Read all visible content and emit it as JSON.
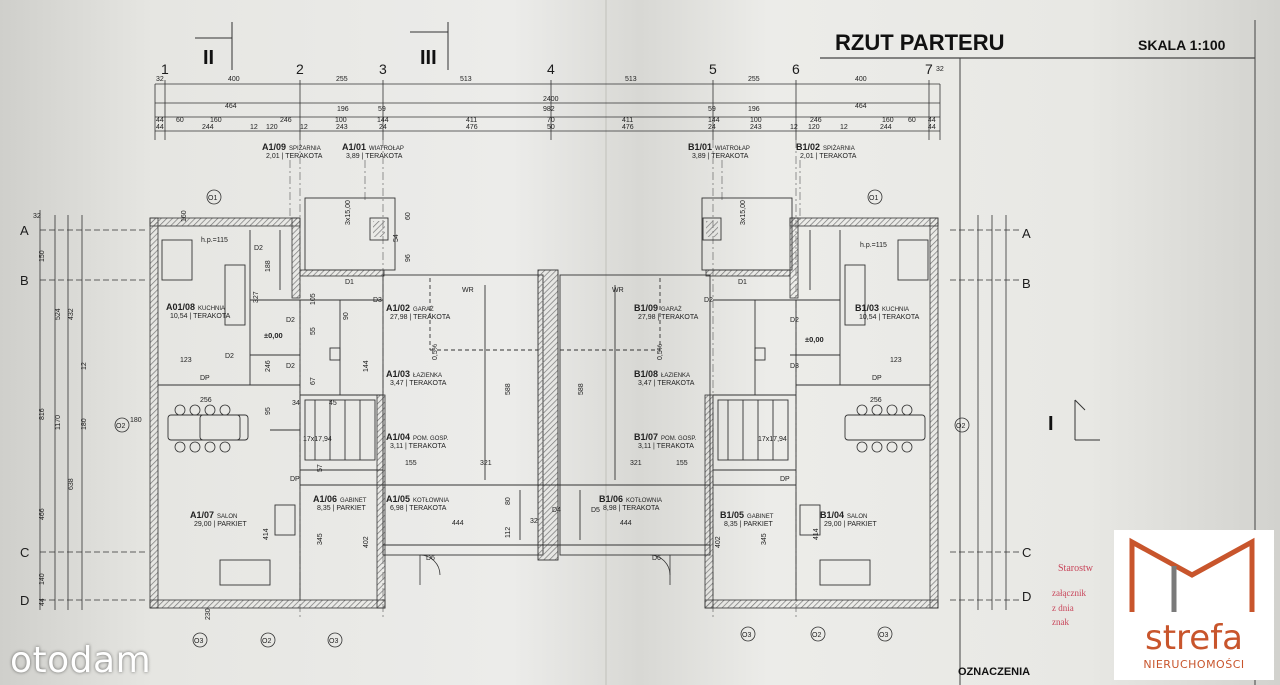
{
  "title": "RZUT PARTERU",
  "scale": "SKALA 1:100",
  "legend_heading": "OZNACZENIA",
  "section_marks": [
    "II",
    "III",
    "I"
  ],
  "grid_numbers": [
    "1",
    "2",
    "3",
    "4",
    "5",
    "6",
    "7"
  ],
  "grid_letters": [
    "A",
    "B",
    "C",
    "D"
  ],
  "dims_row1": [
    "32",
    "400",
    "255",
    "513",
    "513",
    "255",
    "400",
    "32"
  ],
  "dims_row2_total": "2400",
  "dims_row2": [
    "464",
    "196",
    "59",
    "982",
    "59",
    "196",
    "464"
  ],
  "dims_row3": [
    "44",
    "60",
    "160",
    "246",
    "100",
    "144",
    "411",
    "70",
    "411",
    "144",
    "100",
    "246",
    "160",
    "60",
    "44"
  ],
  "dims_row4": [
    "44",
    "244",
    "12",
    "120",
    "12",
    "243",
    "24",
    "476",
    "50",
    "476",
    "24",
    "243",
    "12",
    "120",
    "12",
    "244",
    "44"
  ],
  "vertical_dims_left": [
    "32",
    "150",
    "524",
    "432",
    "12",
    "816",
    "180",
    "1170",
    "638",
    "466",
    "140",
    "44"
  ],
  "rooms": [
    {
      "code": "A1/09",
      "name": "SPIŻARNIA",
      "area": "2,01",
      "floor": "TERAKOTA"
    },
    {
      "code": "A1/01",
      "name": "WIATROŁAP",
      "area": "3,89",
      "floor": "TERAKOTA"
    },
    {
      "code": "A01/08",
      "name": "KUCHNIA",
      "area": "10,54",
      "floor": "TERAKOTA"
    },
    {
      "code": "A1/02",
      "name": "GARAŻ",
      "area": "27,98",
      "floor": "TERAKOTA"
    },
    {
      "code": "A1/03",
      "name": "ŁAZIENKA",
      "area": "3,47",
      "floor": "TERAKOTA"
    },
    {
      "code": "A1/04",
      "name": "POM. GOSP.",
      "area": "3,11",
      "floor": "TERAKOTA"
    },
    {
      "code": "A1/07",
      "name": "SALON",
      "area": "29,00",
      "floor": "PARKIET"
    },
    {
      "code": "A1/06",
      "name": "GABINET",
      "area": "8,35",
      "floor": "PARKIET"
    },
    {
      "code": "A1/05",
      "name": "KOTŁOWNIA",
      "area": "6,98",
      "floor": "TERAKOTA"
    },
    {
      "code": "B1/01",
      "name": "WIATROŁAP",
      "area": "3,89",
      "floor": "TERAKOTA"
    },
    {
      "code": "B1/02",
      "name": "SPIŻARNIA",
      "area": "2,01",
      "floor": "TERAKOTA"
    },
    {
      "code": "B1/09",
      "name": "GARAŻ",
      "area": "27,98",
      "floor": "TERAKOTA"
    },
    {
      "code": "B1/03",
      "name": "KUCHNIA",
      "area": "10,54",
      "floor": "TERAKOTA"
    },
    {
      "code": "B1/08",
      "name": "ŁAZIENKA",
      "area": "3,47",
      "floor": "TERAKOTA"
    },
    {
      "code": "B1/07",
      "name": "POM. GOSP.",
      "area": "3,11",
      "floor": "TERAKOTA"
    },
    {
      "code": "B1/06",
      "name": "KOTŁOWNIA",
      "area": "8,98",
      "floor": "TERAKOTA"
    },
    {
      "code": "B1/05",
      "name": "GABINET",
      "area": "8,35",
      "floor": "PARKIET"
    },
    {
      "code": "B1/04",
      "name": "SALON",
      "area": "29,00",
      "floor": "PARKIET"
    }
  ],
  "tags": {
    "o1": "O1",
    "o2": "O2",
    "o3": "O3",
    "d1": "D1",
    "d2": "D2",
    "d3": "D3",
    "d4": "D4",
    "d5": "D5",
    "d6": "D6",
    "dp": "DP",
    "wr": "WR",
    "level": "±0,00",
    "stairs": "17x17,94",
    "hp": "h.p.=115",
    "chimney": "3x15,00",
    "slope": "0,5%"
  },
  "interior_dims": [
    "256",
    "188",
    "327",
    "123",
    "105",
    "90",
    "144",
    "246",
    "34",
    "45",
    "95",
    "414",
    "345",
    "402",
    "155",
    "321",
    "444",
    "588",
    "112",
    "80",
    "32",
    "57",
    "67",
    "55",
    "54",
    "60",
    "96",
    "160",
    "230",
    "180"
  ],
  "watermark": "otodam",
  "logo": {
    "word": "strefa",
    "sub": "NIERUCHOMOŚCI"
  },
  "stamp_lines": [
    "Starostw",
    "załącznik",
    "z dnia",
    "znak"
  ],
  "colors": {
    "line": "#2a2a2a",
    "wall": "#8d8d8d",
    "brand": "#c8552c",
    "stamp": "#c8455a"
  }
}
